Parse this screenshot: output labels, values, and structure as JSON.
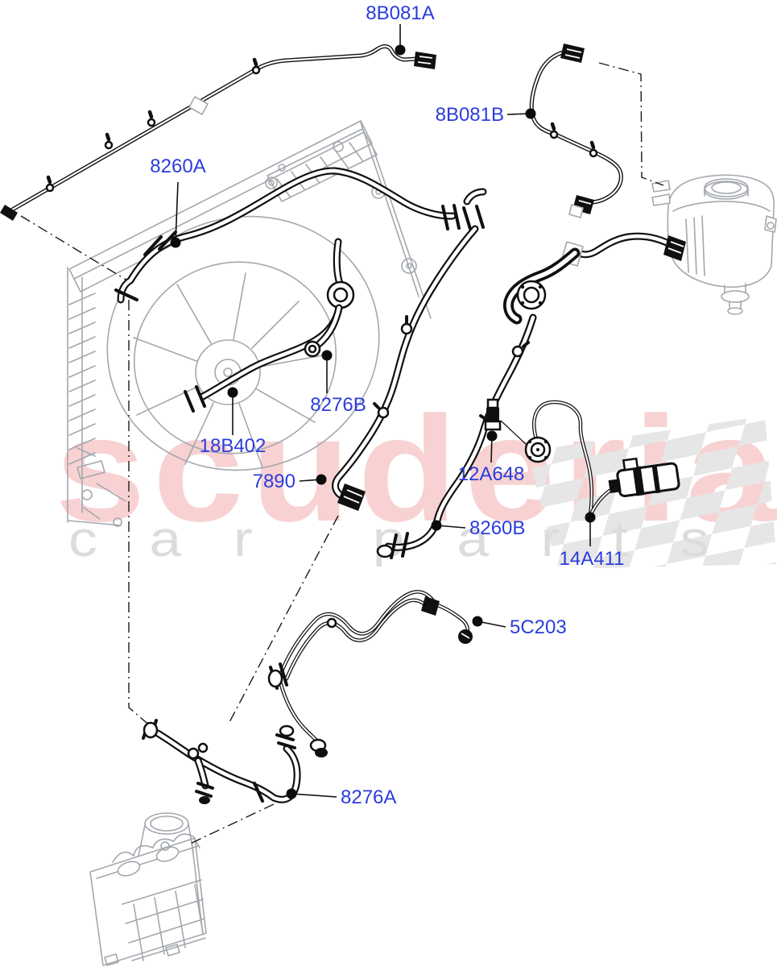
{
  "watermark": {
    "brand": "scuderia",
    "tagline": "car parts"
  },
  "colors": {
    "label_blue": "#2B3CDC",
    "line_black": "#101010",
    "art_grey": "#A3A8AE",
    "watermark_pink": "#F8D2D2",
    "watermark_grey": "#DCDCDC",
    "flag_grey": "#E6E6E6",
    "background": "#FFFFFF"
  },
  "callouts": [
    {
      "part_number": "8B081A",
      "dot": [
        497,
        62
      ],
      "leader": [
        [
          497,
          62
        ],
        [
          497,
          30
        ]
      ],
      "label": [
        497,
        24
      ],
      "anchor": "middle"
    },
    {
      "part_number": "8B081B",
      "dot": [
        659,
        141
      ],
      "leader": [
        [
          659,
          141
        ],
        [
          630,
          142
        ]
      ],
      "label": [
        626,
        150
      ],
      "anchor": "end"
    },
    {
      "part_number": "8260A",
      "dot": [
        218,
        301
      ],
      "leader": [
        [
          218,
          301
        ],
        [
          221,
          226
        ]
      ],
      "label": [
        221,
        214
      ],
      "anchor": "middle"
    },
    {
      "part_number": "8276B",
      "dot": [
        406,
        441
      ],
      "leader": [
        [
          406,
          441
        ],
        [
          406,
          488
        ]
      ],
      "label": [
        420,
        510
      ],
      "anchor": "middle"
    },
    {
      "part_number": "18B402",
      "dot": [
        289,
        487
      ],
      "leader": [
        [
          289,
          487
        ],
        [
          289,
          540
        ]
      ],
      "label": [
        289,
        561
      ],
      "anchor": "middle"
    },
    {
      "part_number": "7890",
      "dot": [
        399,
        595
      ],
      "leader": [
        [
          399,
          595
        ],
        [
          372,
          597
        ]
      ],
      "label": [
        367,
        605
      ],
      "anchor": "end"
    },
    {
      "part_number": "12A648",
      "dot": [
        611,
        541
      ],
      "leader": [
        [
          611,
          541
        ],
        [
          610,
          574
        ]
      ],
      "label": [
        610,
        596
      ],
      "anchor": "middle"
    },
    {
      "part_number": "8260B",
      "dot": [
        542,
        652
      ],
      "leader": [
        [
          542,
          652
        ],
        [
          578,
          655
        ]
      ],
      "label": [
        583,
        663
      ],
      "anchor": "start"
    },
    {
      "part_number": "14A411",
      "dot": [
        733,
        642
      ],
      "leader": [
        [
          733,
          642
        ],
        [
          733,
          678
        ]
      ],
      "label": [
        735,
        701
      ],
      "anchor": "middle"
    },
    {
      "part_number": "5C203",
      "dot": [
        593,
        771
      ],
      "leader": [
        [
          593,
          771
        ],
        [
          628,
          778
        ]
      ],
      "label": [
        633,
        786
      ],
      "anchor": "start"
    },
    {
      "part_number": "8276A",
      "dot": [
        362,
        985
      ],
      "leader": [
        [
          362,
          985
        ],
        [
          418,
          989
        ]
      ],
      "label": [
        423,
        997
      ],
      "anchor": "start"
    }
  ]
}
